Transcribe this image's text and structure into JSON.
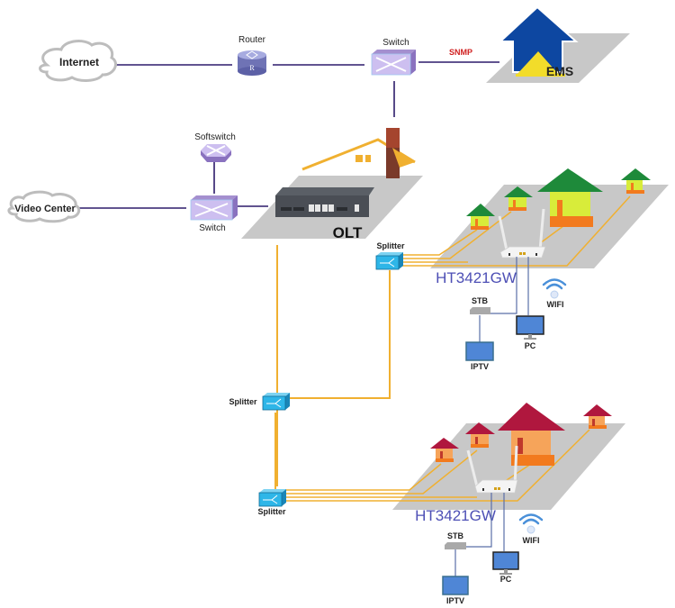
{
  "title": "GPON network topology with HT3421GW",
  "nodes": {
    "internet": "Internet",
    "router": "Router",
    "router_glyph": "R",
    "core_switch": "Switch",
    "snmp": "SNMP",
    "ems": "EMS",
    "softswitch": "Softswitch",
    "video_center": "Video Center",
    "access_switch": "Switch",
    "olt": "OLT",
    "splitter_top": "Splitter",
    "splitter_mid": "Splitter",
    "splitter_bottom": "Splitter"
  },
  "sites": [
    {
      "gateway": "HT3421GW",
      "stb": "STB",
      "iptv": "IPTV",
      "pc": "PC",
      "wifi": "WIFI"
    },
    {
      "gateway": "HT3421GW",
      "stb": "STB",
      "iptv": "IPTV",
      "pc": "PC",
      "wifi": "WIFI"
    }
  ],
  "colors": {
    "link": "#2d1b6b",
    "fiber": "#f0b030",
    "snmp": "#d02020",
    "platform": "#c8c8c8",
    "switch": "#c9b8e6",
    "splitter": "#2eb6e8",
    "ems_blue": "#0d47a1",
    "ems_yellow": "#f2dc2a",
    "gateway_text": "#4d4fb5"
  }
}
